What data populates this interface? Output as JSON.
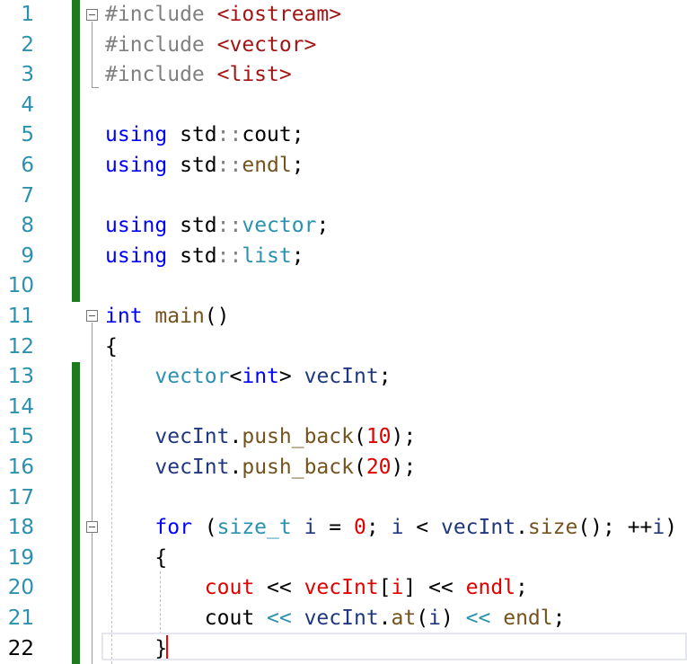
{
  "editor": {
    "current_line": "22",
    "lines": [
      {
        "number": "1",
        "tokens": [
          {
            "t": "#include ",
            "c": "pp"
          },
          {
            "t": "<iostream>",
            "c": "st"
          }
        ]
      },
      {
        "number": "2",
        "tokens": [
          {
            "t": "#include ",
            "c": "pp"
          },
          {
            "t": "<vector>",
            "c": "st"
          }
        ]
      },
      {
        "number": "3",
        "tokens": [
          {
            "t": "#include ",
            "c": "pp"
          },
          {
            "t": "<list>",
            "c": "st"
          }
        ]
      },
      {
        "number": "4",
        "tokens": []
      },
      {
        "number": "5",
        "tokens": [
          {
            "t": "using",
            "c": "kw"
          },
          {
            "t": " std",
            "c": ""
          },
          {
            "t": "::",
            "c": "dim"
          },
          {
            "t": "cout;",
            "c": ""
          }
        ]
      },
      {
        "number": "6",
        "tokens": [
          {
            "t": "using",
            "c": "kw"
          },
          {
            "t": " std",
            "c": ""
          },
          {
            "t": "::",
            "c": "dim"
          },
          {
            "t": "endl",
            "c": "fn"
          },
          {
            "t": ";",
            "c": ""
          }
        ]
      },
      {
        "number": "7",
        "tokens": []
      },
      {
        "number": "8",
        "tokens": [
          {
            "t": "using",
            "c": "kw"
          },
          {
            "t": " std",
            "c": ""
          },
          {
            "t": "::",
            "c": "dim"
          },
          {
            "t": "vector",
            "c": "ty"
          },
          {
            "t": ";",
            "c": ""
          }
        ]
      },
      {
        "number": "9",
        "tokens": [
          {
            "t": "using",
            "c": "kw"
          },
          {
            "t": " std",
            "c": ""
          },
          {
            "t": "::",
            "c": "dim"
          },
          {
            "t": "list",
            "c": "ty"
          },
          {
            "t": ";",
            "c": ""
          }
        ]
      },
      {
        "number": "10",
        "tokens": []
      },
      {
        "number": "11",
        "tokens": [
          {
            "t": "int",
            "c": "kw"
          },
          {
            "t": " ",
            "c": ""
          },
          {
            "t": "main",
            "c": "fn"
          },
          {
            "t": "()",
            "c": ""
          }
        ]
      },
      {
        "number": "12",
        "tokens": [
          {
            "t": "{",
            "c": ""
          }
        ]
      },
      {
        "number": "13",
        "tokens": [
          {
            "t": "    ",
            "c": ""
          },
          {
            "t": "vector",
            "c": "ty"
          },
          {
            "t": "<",
            "c": ""
          },
          {
            "t": "int",
            "c": "kw"
          },
          {
            "t": "> ",
            "c": ""
          },
          {
            "t": "vecInt",
            "c": "var"
          },
          {
            "t": ";",
            "c": ""
          }
        ]
      },
      {
        "number": "14",
        "tokens": []
      },
      {
        "number": "15",
        "tokens": [
          {
            "t": "    ",
            "c": ""
          },
          {
            "t": "vecInt",
            "c": "var"
          },
          {
            "t": ".",
            "c": ""
          },
          {
            "t": "push_back",
            "c": "fn"
          },
          {
            "t": "(",
            "c": ""
          },
          {
            "t": "10",
            "c": "num"
          },
          {
            "t": ");",
            "c": ""
          }
        ]
      },
      {
        "number": "16",
        "tokens": [
          {
            "t": "    ",
            "c": ""
          },
          {
            "t": "vecInt",
            "c": "var"
          },
          {
            "t": ".",
            "c": ""
          },
          {
            "t": "push_back",
            "c": "fn"
          },
          {
            "t": "(",
            "c": ""
          },
          {
            "t": "20",
            "c": "num"
          },
          {
            "t": ");",
            "c": ""
          }
        ]
      },
      {
        "number": "17",
        "tokens": []
      },
      {
        "number": "18",
        "tokens": [
          {
            "t": "    ",
            "c": ""
          },
          {
            "t": "for",
            "c": "kw"
          },
          {
            "t": " (",
            "c": ""
          },
          {
            "t": "size_t",
            "c": "ty"
          },
          {
            "t": " ",
            "c": ""
          },
          {
            "t": "i",
            "c": "var"
          },
          {
            "t": " = ",
            "c": ""
          },
          {
            "t": "0",
            "c": "num"
          },
          {
            "t": "; ",
            "c": ""
          },
          {
            "t": "i",
            "c": "var"
          },
          {
            "t": " < ",
            "c": ""
          },
          {
            "t": "vecInt",
            "c": "var"
          },
          {
            "t": ".",
            "c": ""
          },
          {
            "t": "size",
            "c": "fn"
          },
          {
            "t": "(); ++",
            "c": ""
          },
          {
            "t": "i",
            "c": "var"
          },
          {
            "t": ")",
            "c": ""
          }
        ]
      },
      {
        "number": "19",
        "tokens": [
          {
            "t": "    {",
            "c": ""
          }
        ]
      },
      {
        "number": "20",
        "tokens": [
          {
            "t": "        ",
            "c": ""
          },
          {
            "t": "cout",
            "c": "red"
          },
          {
            "t": " << ",
            "c": ""
          },
          {
            "t": "vecInt",
            "c": "red"
          },
          {
            "t": "[",
            "c": ""
          },
          {
            "t": "i",
            "c": "red"
          },
          {
            "t": "]",
            "c": ""
          },
          {
            "t": " << ",
            "c": ""
          },
          {
            "t": "endl",
            "c": "red"
          },
          {
            "t": ";",
            "c": ""
          }
        ]
      },
      {
        "number": "21",
        "tokens": [
          {
            "t": "        cout ",
            "c": ""
          },
          {
            "t": "<<",
            "c": "ty"
          },
          {
            "t": " ",
            "c": ""
          },
          {
            "t": "vecInt",
            "c": "var"
          },
          {
            "t": ".",
            "c": ""
          },
          {
            "t": "at",
            "c": "fn"
          },
          {
            "t": "(",
            "c": ""
          },
          {
            "t": "i",
            "c": "var"
          },
          {
            "t": ") ",
            "c": ""
          },
          {
            "t": "<<",
            "c": "ty"
          },
          {
            "t": " ",
            "c": ""
          },
          {
            "t": "endl",
            "c": "fn"
          },
          {
            "t": ";",
            "c": ""
          }
        ]
      },
      {
        "number": "22",
        "tokens": [
          {
            "t": "    }",
            "c": ""
          }
        ]
      }
    ]
  },
  "colors": {
    "line_number": "#2b91af",
    "change_bar": "#1e7a1e",
    "keyword": "#0000ff",
    "type": "#2b91af",
    "string": "#a31515",
    "number": "#e00000",
    "caret": "#ff0000"
  },
  "icons": {
    "fold": "collapse-minus-icon"
  }
}
